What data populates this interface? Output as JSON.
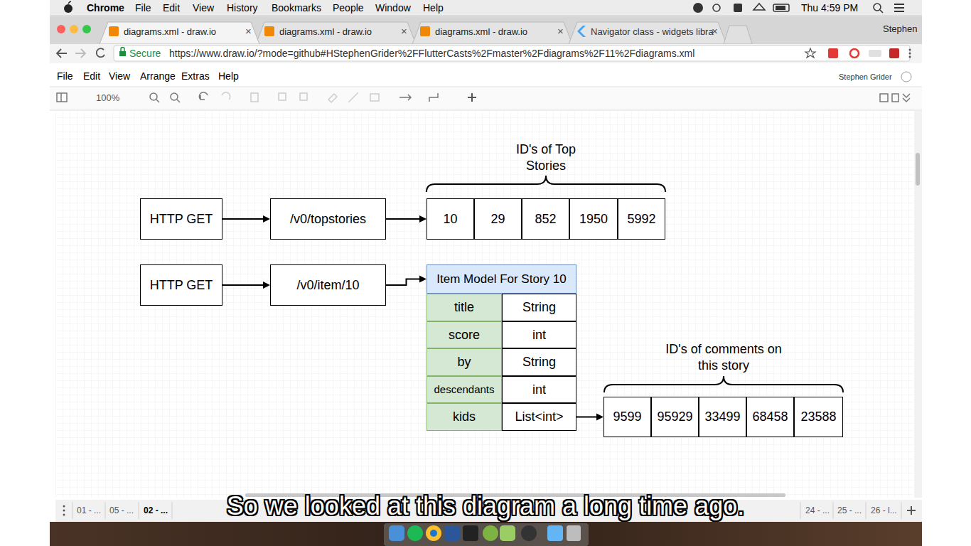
{
  "diagram": {
    "nodes": [
      {
        "text": [
          "HTTP GET"
        ]
      },
      {
        "text": [
          "/v0/topstories"
        ]
      },
      {
        "text": [
          "10"
        ]
      },
      {
        "text": [
          "29"
        ]
      },
      {
        "text": [
          "852"
        ]
      },
      {
        "text": [
          "1950"
        ]
      },
      {
        "text": [
          "5992"
        ]
      },
      {
        "text": [
          "HTTP GET"
        ]
      },
      {
        "text": [
          "/v0/item/10"
        ]
      },
      {
        "text": [
          "Item Model For Story 10"
        ]
      },
      {
        "text": [
          "title"
        ]
      },
      {
        "text": [
          "String"
        ]
      },
      {
        "text": [
          "score"
        ]
      },
      {
        "text": [
          "int"
        ]
      },
      {
        "text": [
          "by"
        ]
      },
      {
        "text": [
          "String"
        ]
      },
      {
        "text": [
          "descendants"
        ]
      },
      {
        "text": [
          "int"
        ]
      },
      {
        "text": [
          "kids"
        ]
      },
      {
        "text": [
          "List<int>"
        ]
      },
      {
        "text": [
          "9599"
        ]
      },
      {
        "text": [
          "95929"
        ]
      },
      {
        "text": [
          "33499"
        ]
      },
      {
        "text": [
          "68458"
        ]
      },
      {
        "text": [
          "23588"
        ]
      }
    ],
    "edges": [
      {
        "from": 0,
        "to": 1,
        "arrow": "to"
      },
      {
        "from": 1,
        "to": 2,
        "arrow": "to"
      },
      {
        "from": 7,
        "to": 8,
        "arrow": "to"
      },
      {
        "from": 8,
        "to": 9,
        "arrow": "to"
      },
      {
        "from": 19,
        "to": 20,
        "arrow": "to"
      }
    ],
    "labels": [
      "ID's of Top Stories",
      "ID's of comments on this story",
      "Chrome",
      "File",
      "Edit",
      "View",
      "History",
      "Bookmarks",
      "People",
      "Window",
      "Help",
      "Thu 4:59 PM",
      "diagrams.xml - draw.io",
      "×",
      "diagrams.xml - draw.io",
      "×",
      "diagrams.xml - draw.io",
      "×",
      "Navigator class - widgets libra",
      "×",
      "Stephen",
      "Secure",
      "https://www.draw.io/?mode=github#HStephenGrider%2FFlutterCasts%2Fmaster%2Fdiagrams%2F11%2Fdiagrams.xml",
      "File",
      "Edit",
      "View",
      "Arrange",
      "Extras",
      "Help",
      "Stephen Grider",
      "100%",
      "01 - ...",
      "05 - ...",
      "02 - ...",
      "24 - ...",
      "25 - ...",
      "26 - l...",
      "So we looked at this diagram a long time ago."
    ]
  }
}
